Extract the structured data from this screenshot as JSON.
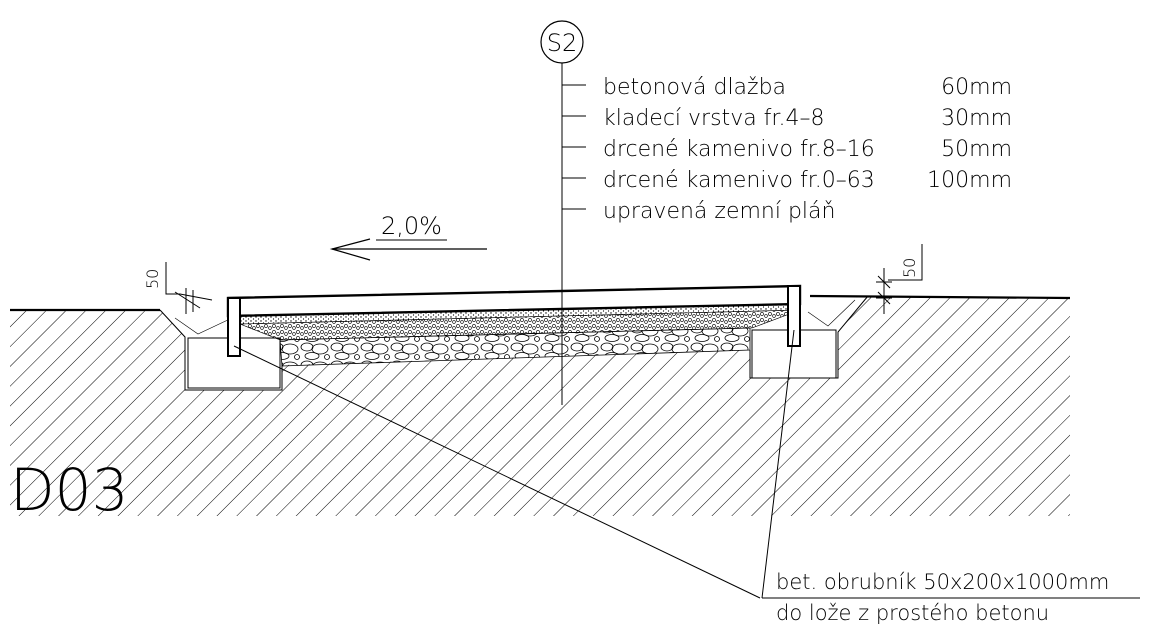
{
  "section_marker": "S2",
  "layers": [
    {
      "name": "betonová dlažba",
      "thickness": "60mm"
    },
    {
      "name": "kladecí vrstva fr.4–8",
      "thickness": "30mm"
    },
    {
      "name": "drcené kamenivo fr.8–16",
      "thickness": "50mm"
    },
    {
      "name": "drcené kamenivo fr.0–63",
      "thickness": "100mm"
    },
    {
      "name": "upravená zemní pláň",
      "thickness": ""
    }
  ],
  "slope": "2,0%",
  "dimension_left": "50",
  "dimension_right": "50",
  "detail_label": "D03",
  "curb_note": {
    "line1": "bet. obrubník 50x200x1000mm",
    "line2": "do lože z prostého betonu"
  }
}
